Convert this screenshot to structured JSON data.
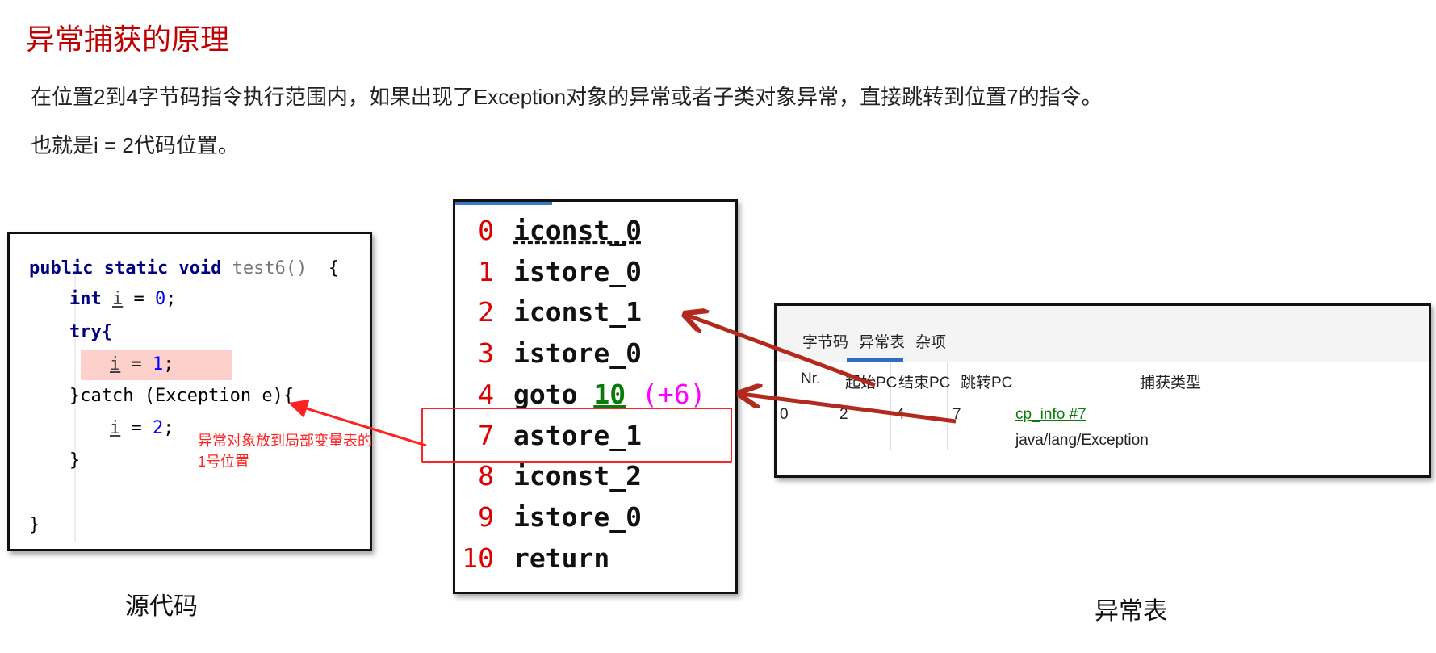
{
  "title": "异常捕获的原理",
  "description": [
    "在位置2到4字节码指令执行范围内，如果出现了Exception对象的异常或者子类对象异常，直接跳转到位置7的指令。",
    "也就是i = 2代码位置。"
  ],
  "source": {
    "lines": {
      "l1a": "public static void",
      "l1b": " test6()",
      "l1c": "  {",
      "l2a": "int ",
      "l2b": "i",
      "l2c": " = ",
      "l2d": "0",
      "l2e": ";",
      "l3": "try{",
      "l4a": "i",
      "l4b": " = ",
      "l4c": "1",
      "l4d": ";",
      "l5": "}catch (Exception e){",
      "l6a": "i",
      "l6b": " = ",
      "l6c": "2",
      "l6d": ";",
      "l7": "}",
      "l8": "}"
    },
    "caption": "源代码"
  },
  "annotation": [
    "异常对象放到局部变量表的",
    "1号位置"
  ],
  "bytecode": [
    {
      "index": "0",
      "op": "iconst_0"
    },
    {
      "index": "1",
      "op": "istore_0"
    },
    {
      "index": "2",
      "op": "iconst_1"
    },
    {
      "index": "3",
      "op": "istore_0"
    },
    {
      "index": "4",
      "op": "goto ",
      "target": "10",
      "offset": " (+6)"
    },
    {
      "index": "7",
      "op": "astore_1"
    },
    {
      "index": "8",
      "op": "iconst_2"
    },
    {
      "index": "9",
      "op": "istore_0"
    },
    {
      "index": "10",
      "op": "return"
    }
  ],
  "exception_table": {
    "tabs": [
      "字节码",
      "异常表",
      "杂项"
    ],
    "headers": [
      "Nr.",
      "起始PC",
      "结束PC",
      "跳转PC",
      "捕获类型"
    ],
    "row": {
      "nr": "0",
      "start": "2",
      "end": "4",
      "handler": "7",
      "type_link": "cp_info #7",
      "type_name": "java/lang/Exception"
    },
    "caption": "异常表"
  },
  "colors": {
    "title": "#c00000",
    "arrow": "#b22a1e",
    "annotation": "#ff2222"
  }
}
